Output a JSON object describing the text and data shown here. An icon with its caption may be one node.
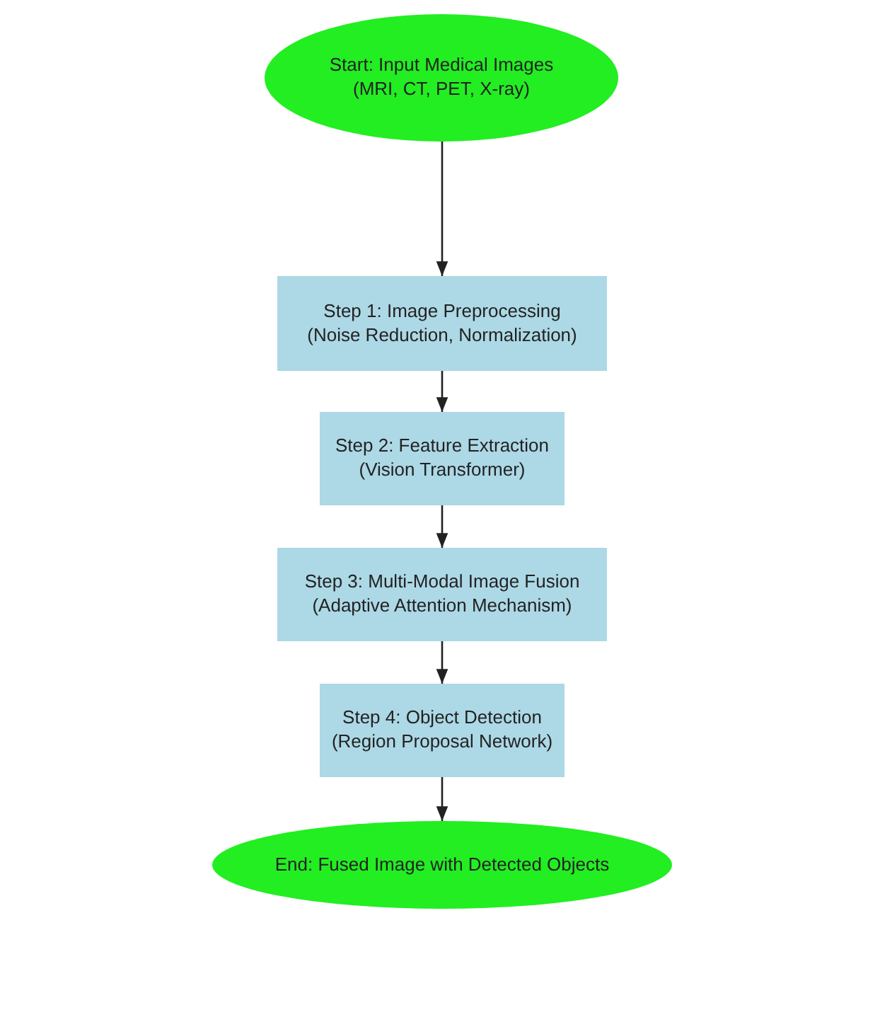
{
  "diagram": {
    "nodes": [
      {
        "text": [
          "Start: Input Medical Images",
          "(MRI, CT, PET, X-ray)"
        ]
      },
      {
        "text": [
          "Step 1: Image Preprocessing",
          "(Noise Reduction, Normalization)"
        ]
      },
      {
        "text": [
          "Step 2: Feature Extraction",
          "(Vision Transformer)"
        ]
      },
      {
        "text": [
          "Step 3: Multi-Modal Image Fusion",
          "(Adaptive Attention Mechanism)"
        ]
      },
      {
        "text": [
          "Step 4: Object Detection",
          "(Region Proposal Network)"
        ]
      },
      {
        "text": [
          "End: Fused Image with Detected Objects"
        ]
      }
    ],
    "edges": [
      {
        "from": 0,
        "to": 1,
        "arrow": "to"
      },
      {
        "from": 1,
        "to": 2,
        "arrow": "to"
      },
      {
        "from": 2,
        "to": 3,
        "arrow": "to"
      },
      {
        "from": 3,
        "to": 4,
        "arrow": "to"
      },
      {
        "from": 4,
        "to": 5,
        "arrow": "to"
      }
    ]
  }
}
